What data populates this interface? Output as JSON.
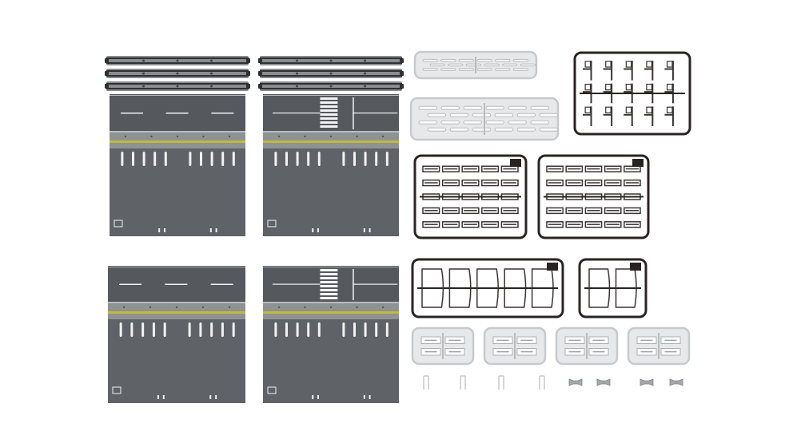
{
  "scene": {
    "background": "#ffffff",
    "colors": {
      "road": "#5f6266",
      "road_dark": "#55585c",
      "marking": "#f2f2f2",
      "sidewalk": "#8f9293",
      "curb": "#b9bbbc",
      "yellow_line": "#c9c22a",
      "track_rail": "#2e3033",
      "track_ballast": "#8a8c8e",
      "sprue_dark": "#2a2323",
      "sprue_light": "#e6e8ea",
      "part_dark": "#3a3434",
      "part_light": "#f3f4f5",
      "clip_gray": "#a5a7a9"
    },
    "items": [
      "track-road-plate-with-tracks-a",
      "track-road-plate-with-tracks-crosswalk-b",
      "road-plate-a",
      "road-plate-crosswalk-b",
      "light-sprue-narrow",
      "light-sprue-wide",
      "dark-sprue-fence",
      "dark-sprue-bench-a",
      "dark-sprue-bench-b",
      "dark-sprue-shelter-wide",
      "dark-sprue-shelter-small",
      "light-sprue-small-1",
      "light-sprue-small-2",
      "light-sprue-small-3",
      "light-sprue-small-4",
      "clear-clip-parts",
      "gray-connector-parts"
    ]
  }
}
